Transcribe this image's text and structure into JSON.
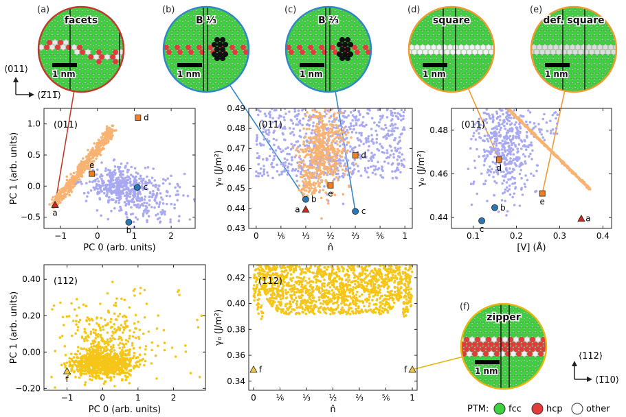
{
  "colors": {
    "grain_boundary": "#a9a9f2",
    "orange_cluster": "#f8b272",
    "yellow_cluster": "#f5c518",
    "fcc": "#3ed03e",
    "hcp": "#e33a3a",
    "other": "#ffffff",
    "highlight_orange": "#f07f22",
    "highlight_blue": "#2a77b4",
    "highlight_red": "#cc2a1e",
    "highlight_yellow": "#f2c744",
    "circle_edge_red": "#c0392b",
    "circle_edge_blue": "#2f86c9",
    "circle_edge_orange": "#f09a30",
    "circle_edge_yellow": "#e8b512"
  },
  "insets": [
    {
      "label": "(a)",
      "title": "facets",
      "scale": "1 nm",
      "edge": "red",
      "kind": "facets"
    },
    {
      "label": "(b)",
      "title": "B ⅓",
      "scale": "1 nm",
      "edge": "blue",
      "kind": "b13"
    },
    {
      "label": "(c)",
      "title": "B ⅔",
      "scale": "1 nm",
      "edge": "blue",
      "kind": "b23"
    },
    {
      "label": "(d)",
      "title": "square",
      "scale": "1 nm",
      "edge": "orange",
      "kind": "square"
    },
    {
      "label": "(e)",
      "title": "def. square",
      "scale": "1 nm",
      "edge": "orange",
      "kind": "defsquare"
    },
    {
      "label": "(f)",
      "title": "zipper",
      "scale": "1 nm",
      "edge": "yellow",
      "kind": "zipper"
    }
  ],
  "directions": {
    "top_vertical": "⟨011⟩",
    "top_horizontal": "⟨2̅11̅⟩",
    "bottom_vertical": "⟨112⟩",
    "bottom_horizontal": "⟨1̅10⟩"
  },
  "legend": {
    "title": "PTM:",
    "items": [
      {
        "label": "fcc",
        "color": "#3ed03e"
      },
      {
        "label": "hcp",
        "color": "#e33a3a"
      },
      {
        "label": "other",
        "color": "#ffffff"
      }
    ]
  },
  "chart_data": [
    {
      "id": "pca011",
      "type": "scatter",
      "annotation": "(011)",
      "xlabel": "PC 0 (arb. units)",
      "ylabel": "PC 1 (arb. units)",
      "xlim": [
        -1.45,
        2.65
      ],
      "ylim": [
        -0.68,
        1.25
      ],
      "xticks": [
        {
          "v": -1,
          "t": "−1"
        },
        {
          "v": 0,
          "t": "0"
        },
        {
          "v": 1,
          "t": "1"
        },
        {
          "v": 2,
          "t": "2"
        }
      ],
      "yticks": [
        {
          "v": -0.5,
          "t": "−0.5"
        },
        {
          "v": 0,
          "t": "0.0"
        },
        {
          "v": 0.5,
          "t": "0.5"
        },
        {
          "v": 1.0,
          "t": "1.0"
        }
      ],
      "clouds": [
        {
          "color": "orange",
          "n": 520,
          "seed": 11,
          "shape": "band",
          "x0": -1.2,
          "y0": -0.32,
          "x1": 0.4,
          "y1": 0.9,
          "spread": 0.09
        },
        {
          "color": "blue",
          "n": 380,
          "seed": 12,
          "shape": "blob",
          "cx": 0.6,
          "cy": 0.0,
          "sx": 0.45,
          "sy": 0.14
        },
        {
          "color": "blue",
          "n": 140,
          "seed": 13,
          "shape": "blob",
          "cx": 1.2,
          "cy": -0.28,
          "sx": 0.4,
          "sy": 0.18
        },
        {
          "color": "blue",
          "n": 40,
          "seed": 14,
          "shape": "blob",
          "cx": 2.0,
          "cy": -0.1,
          "sx": 0.3,
          "sy": 0.2
        }
      ],
      "highlights": [
        {
          "label": "a",
          "x": -1.15,
          "y": -0.3,
          "marker": "triangle",
          "color": "red",
          "lx": 0,
          "ly": 16
        },
        {
          "label": "b",
          "x": 0.85,
          "y": -0.58,
          "marker": "circle",
          "color": "blue",
          "lx": 0,
          "ly": 16
        },
        {
          "label": "c",
          "x": 1.08,
          "y": -0.02,
          "marker": "circle",
          "color": "blue",
          "lx": 12,
          "ly": 4
        },
        {
          "label": "d",
          "x": 1.1,
          "y": 1.1,
          "marker": "square",
          "color": "orange",
          "lx": 12,
          "ly": 4
        },
        {
          "label": "e",
          "x": -0.15,
          "y": 0.2,
          "marker": "square",
          "color": "orange",
          "lx": 0,
          "ly": -8
        }
      ]
    },
    {
      "id": "gamma011",
      "type": "scatter",
      "annotation": "(011)",
      "xlabel": "n̂",
      "ylabel": "γ₀ (J/m²)",
      "xlim": [
        -0.05,
        1.05
      ],
      "ylim": [
        0.43,
        0.49
      ],
      "xticks": [
        {
          "v": 0,
          "t": "0"
        },
        {
          "v": 0.1667,
          "t": "⅙"
        },
        {
          "v": 0.3333,
          "t": "⅓"
        },
        {
          "v": 0.5,
          "t": "½"
        },
        {
          "v": 0.6667,
          "t": "⅔"
        },
        {
          "v": 0.8333,
          "t": "⅚"
        },
        {
          "v": 1,
          "t": "1"
        }
      ],
      "yticks": [
        {
          "v": 0.43,
          "t": "0.43"
        },
        {
          "v": 0.44,
          "t": "0.44"
        },
        {
          "v": 0.45,
          "t": "0.45"
        },
        {
          "v": 0.46,
          "t": "0.46"
        },
        {
          "v": 0.47,
          "t": "0.47"
        },
        {
          "v": 0.48,
          "t": "0.48"
        },
        {
          "v": 0.49,
          "t": "0.49"
        }
      ],
      "clouds": [
        {
          "color": "blue",
          "n": 620,
          "seed": 21,
          "shape": "uniform",
          "x0": 0.0,
          "x1": 1.0,
          "y0": 0.455,
          "y1": 0.49
        },
        {
          "color": "blue",
          "n": 120,
          "seed": 22,
          "shape": "blob",
          "cx": 0.45,
          "cy": 0.468,
          "sx": 0.1,
          "sy": 0.01
        },
        {
          "color": "orange",
          "n": 480,
          "seed": 23,
          "shape": "blob",
          "cx": 0.45,
          "cy": 0.468,
          "sx": 0.07,
          "sy": 0.01
        },
        {
          "color": "orange",
          "n": 60,
          "seed": 24,
          "shape": "blob",
          "cx": 0.35,
          "cy": 0.452,
          "sx": 0.03,
          "sy": 0.004
        }
      ],
      "highlights": [
        {
          "label": "a",
          "x": 0.333,
          "y": 0.4395,
          "marker": "triangle",
          "color": "red",
          "lx": -12,
          "ly": 4
        },
        {
          "label": "b",
          "x": 0.333,
          "y": 0.4445,
          "marker": "circle",
          "color": "blue",
          "lx": 12,
          "ly": 4
        },
        {
          "label": "c",
          "x": 0.667,
          "y": 0.4385,
          "marker": "circle",
          "color": "blue",
          "lx": 12,
          "ly": 4
        },
        {
          "label": "d",
          "x": 0.667,
          "y": 0.4665,
          "marker": "square",
          "color": "orange",
          "lx": 12,
          "ly": 4
        },
        {
          "label": "e",
          "x": 0.5,
          "y": 0.4515,
          "marker": "square",
          "color": "orange",
          "lx": 0,
          "ly": 16
        }
      ]
    },
    {
      "id": "volume011",
      "type": "scatter",
      "annotation": "(011)",
      "xlabel": "[V] (Å)",
      "ylabel": "γ₀ (J/m²)",
      "xlim": [
        0.05,
        0.42
      ],
      "ylim": [
        0.435,
        0.49
      ],
      "xticks": [
        {
          "v": 0.1,
          "t": "0.1"
        },
        {
          "v": 0.2,
          "t": "0.2"
        },
        {
          "v": 0.3,
          "t": "0.3"
        },
        {
          "v": 0.4,
          "t": "0.4"
        }
      ],
      "yticks": [
        {
          "v": 0.44,
          "t": "0.44"
        },
        {
          "v": 0.46,
          "t": "0.46"
        },
        {
          "v": 0.48,
          "t": "0.48"
        }
      ],
      "clouds": [
        {
          "color": "blue",
          "n": 420,
          "seed": 31,
          "shape": "blob",
          "cx": 0.17,
          "cy": 0.472,
          "sx": 0.035,
          "sy": 0.011
        },
        {
          "color": "blue",
          "n": 80,
          "seed": 32,
          "shape": "uniform",
          "x0": 0.1,
          "x1": 0.3,
          "y0": 0.475,
          "y1": 0.49
        },
        {
          "color": "orange",
          "n": 520,
          "seed": 33,
          "shape": "band",
          "x0": 0.18,
          "y0": 0.49,
          "x1": 0.37,
          "y1": 0.453,
          "spread": 0.012
        }
      ],
      "highlights": [
        {
          "label": "a",
          "x": 0.35,
          "y": 0.4395,
          "marker": "triangle",
          "color": "red",
          "lx": 10,
          "ly": 4
        },
        {
          "label": "b",
          "x": 0.15,
          "y": 0.4445,
          "marker": "circle",
          "color": "blue",
          "lx": 12,
          "ly": 4
        },
        {
          "label": "c",
          "x": 0.12,
          "y": 0.4385,
          "marker": "circle",
          "color": "blue",
          "lx": 0,
          "ly": 16
        },
        {
          "label": "d",
          "x": 0.16,
          "y": 0.4665,
          "marker": "square",
          "color": "orange",
          "lx": 0,
          "ly": 16
        },
        {
          "label": "e",
          "x": 0.26,
          "y": 0.451,
          "marker": "square",
          "color": "orange",
          "lx": 0,
          "ly": 16
        }
      ]
    },
    {
      "id": "pca112",
      "type": "scatter",
      "annotation": "(112)",
      "xlabel": "PC 0 (arb. units)",
      "ylabel": "PC 1 (arb. units)",
      "xlim": [
        -1.65,
        2.9
      ],
      "ylim": [
        -0.21,
        0.48
      ],
      "xticks": [
        {
          "v": -1,
          "t": "−1"
        },
        {
          "v": 0,
          "t": "0"
        },
        {
          "v": 1,
          "t": "1"
        },
        {
          "v": 2,
          "t": "2"
        }
      ],
      "yticks": [
        {
          "v": -0.2,
          "t": "−0.20"
        },
        {
          "v": 0.0,
          "t": "0.00"
        },
        {
          "v": 0.2,
          "t": "0.20"
        },
        {
          "v": 0.4,
          "t": "0.40"
        }
      ],
      "clouds": [
        {
          "color": "yellow",
          "n": 700,
          "seed": 41,
          "shape": "blob",
          "cx": 0.0,
          "cy": -0.06,
          "sx": 0.45,
          "sy": 0.04
        },
        {
          "color": "yellow",
          "n": 260,
          "seed": 42,
          "shape": "blob",
          "cx": 0.1,
          "cy": 0.06,
          "sx": 0.6,
          "sy": 0.1
        },
        {
          "color": "yellow",
          "n": 60,
          "seed": 43,
          "shape": "uniform",
          "x0": -1.5,
          "x1": 2.8,
          "y0": -0.15,
          "y1": 0.38
        }
      ],
      "highlights": [
        {
          "label": "f",
          "x": -1.0,
          "y": -0.105,
          "marker": "triangle",
          "color": "yellow",
          "lx": 0,
          "ly": 16
        }
      ]
    },
    {
      "id": "gamma112",
      "type": "scatter",
      "annotation": "(112)",
      "xlabel": "n̂",
      "ylabel": "γ₀ (J/m²)",
      "xlim": [
        -0.03,
        1.03
      ],
      "ylim": [
        0.333,
        0.43
      ],
      "xticks": [
        {
          "v": 0,
          "t": "0"
        },
        {
          "v": 0.1667,
          "t": "⅙"
        },
        {
          "v": 0.3333,
          "t": "⅓"
        },
        {
          "v": 0.5,
          "t": "½"
        },
        {
          "v": 0.6667,
          "t": "⅔"
        },
        {
          "v": 0.8333,
          "t": "⅚"
        },
        {
          "v": 1,
          "t": "1"
        }
      ],
      "yticks": [
        {
          "v": 0.34,
          "t": "0.34"
        },
        {
          "v": 0.36,
          "t": "0.36"
        },
        {
          "v": 0.38,
          "t": "0.38"
        },
        {
          "v": 0.4,
          "t": "0.40"
        },
        {
          "v": 0.42,
          "t": "0.42"
        }
      ],
      "clouds": [
        {
          "color": "yellow",
          "n": 1400,
          "seed": 51,
          "shape": "arch",
          "x0": 0.0,
          "x1": 1.0,
          "ytop": 0.43,
          "ybottom": 0.36,
          "depth": 0.03
        }
      ],
      "highlights": [
        {
          "label": "f",
          "x": 0.0,
          "y": 0.349,
          "marker": "triangle",
          "color": "yellow",
          "lx": 10,
          "ly": 4
        },
        {
          "label": "f",
          "x": 1.0,
          "y": 0.349,
          "marker": "triangle",
          "color": "yellow",
          "lx": -10,
          "ly": 4
        }
      ]
    }
  ]
}
